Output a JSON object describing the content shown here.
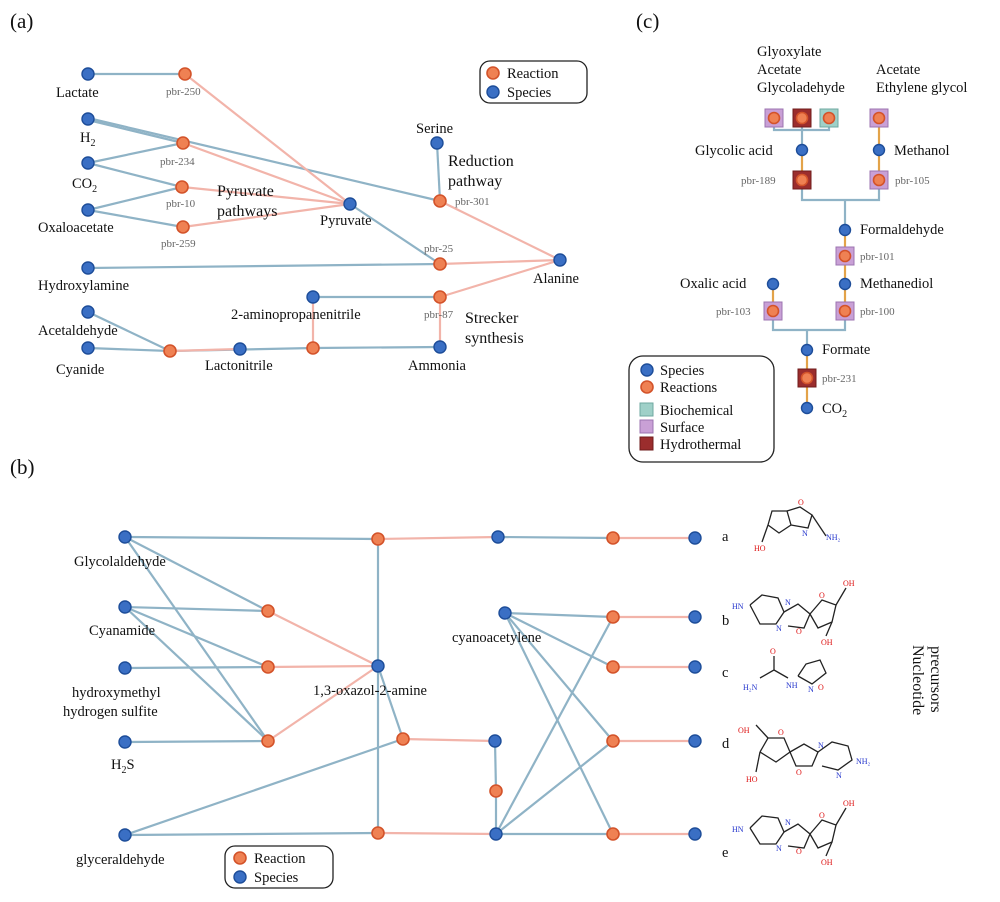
{
  "panel_a": {
    "label": "(a)",
    "species": {
      "lactate": "Lactate",
      "h2_main": "H",
      "h2_sub": "2",
      "co2_main": "CO",
      "co2_sub": "2",
      "oxaloacetate": "Oxaloacetate",
      "hydroxylamine": "Hydroxylamine",
      "acetaldehyde": "Acetaldehyde",
      "cyanide": "Cyanide",
      "lactonitrile": "Lactonitrile",
      "aminopropanenitrile": "2-aminopropanenitrile",
      "ammonia": "Ammonia",
      "pyruvate": "Pyruvate",
      "serine": "Serine",
      "alanine": "Alanine"
    },
    "reactions": {
      "r250": "pbr-250",
      "r234": "pbr-234",
      "r10": "pbr-10",
      "r259": "pbr-259",
      "r301": "pbr-301",
      "r25": "pbr-25",
      "r87": "pbr-87"
    },
    "annotations": {
      "pyruvate_line1": "Pyruvate",
      "pyruvate_line2": "pathways",
      "reduction_line1": "Reduction",
      "reduction_line2": "pathway",
      "strecker_line1": "Strecker",
      "strecker_line2": "synthesis"
    },
    "legend": {
      "reaction": "Reaction",
      "species": "Species"
    }
  },
  "panel_b": {
    "label": "(b)",
    "species": {
      "glycolaldehyde": "Glycolaldehyde",
      "cyanamide": "Cyanamide",
      "hms_line1": "hydroxymethyl",
      "hms_line2": "hydrogen sulfite",
      "h2s_main": "H",
      "h2s_sub": "2",
      "h2s_tail": "S",
      "glyceraldehyde": "glyceraldehyde",
      "oxazolamine": "1,3-oxazol-2-amine",
      "cyanoacetylene": "cyanoacetylene"
    },
    "products": [
      "a",
      "b",
      "c",
      "d",
      "e"
    ],
    "side_label_line1": "Nucleotide",
    "side_label_line2": "precursors",
    "legend": {
      "reaction": "Reaction",
      "species": "Species"
    }
  },
  "panel_c": {
    "label": "(c)",
    "species": {
      "glyoxylate": "Glyoxylate",
      "acetate_left": "Acetate",
      "glycoladehyde": "Glycoladehyde",
      "acetate_right": "Acetate",
      "ethylene_glycol": "Ethylene glycol",
      "glycolic_acid": "Glycolic acid",
      "methanol": "Methanol",
      "formaldehyde": "Formaldehyde",
      "methanediol": "Methanediol",
      "oxalic_acid": "Oxalic acid",
      "formate": "Formate",
      "co2_main": "CO",
      "co2_sub": "2"
    },
    "reactions": {
      "r189": "pbr-189",
      "r105": "pbr-105",
      "r101": "pbr-101",
      "r103": "pbr-103",
      "r100": "pbr-100",
      "r231": "pbr-231"
    },
    "legend": {
      "species": "Species",
      "reactions": "Reactions",
      "biochemical": "Biochemical",
      "surface": "Surface",
      "hydrothermal": "Hydrothermal"
    },
    "colors": {
      "biochemical": "#9fd0c8",
      "surface": "#c9a0d6",
      "hydrothermal": "#9b2d2d"
    }
  },
  "colors": {
    "species_node": "#3a6fc4",
    "reaction_node": "#ef8153",
    "species_edge": "#8fb3c6",
    "reaction_edge": "#f2b4aa"
  }
}
